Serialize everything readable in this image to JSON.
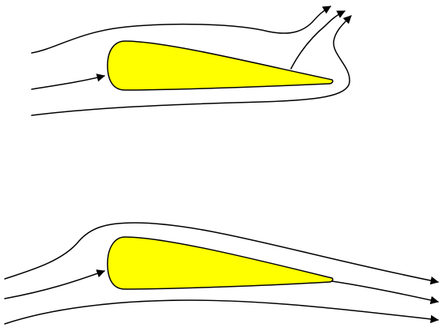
{
  "colors": {
    "airfoil_fill": "#ffff00",
    "airfoil_stroke": "#000000",
    "streamline_stroke": "#000000",
    "background": "#ffffff"
  },
  "panels": [
    {
      "name": "top-panel",
      "airfoil": "airfoil",
      "streamlines": [
        "streamline-upper",
        "streamline-middle",
        "streamline-lower"
      ],
      "arrowheads": 4
    },
    {
      "name": "bottom-panel",
      "airfoil": "airfoil",
      "streamlines": [
        "streamline-upper",
        "streamline-middle",
        "streamline-lower"
      ],
      "arrowheads": 4
    }
  ]
}
